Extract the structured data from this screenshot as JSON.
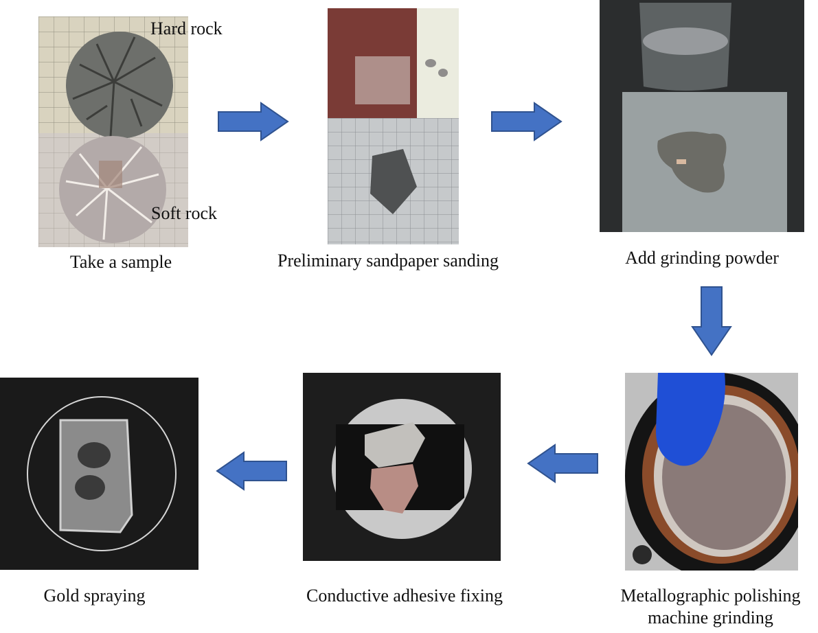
{
  "steps": [
    {
      "caption": "Take a sample",
      "labels": {
        "top": "Hard rock",
        "bottom": "Soft rock"
      }
    },
    {
      "caption": "Preliminary sandpaper sanding"
    },
    {
      "caption": "Add grinding powder"
    },
    {
      "caption_line1": "Metallographic polishing",
      "caption_line2": "machine grinding"
    },
    {
      "caption": "Conductive adhesive fixing"
    },
    {
      "caption": "Gold spraying"
    }
  ],
  "colors": {
    "arrow_fill": "#4472C4",
    "arrow_stroke": "#2F528F",
    "glove": "#1f4fd6"
  }
}
